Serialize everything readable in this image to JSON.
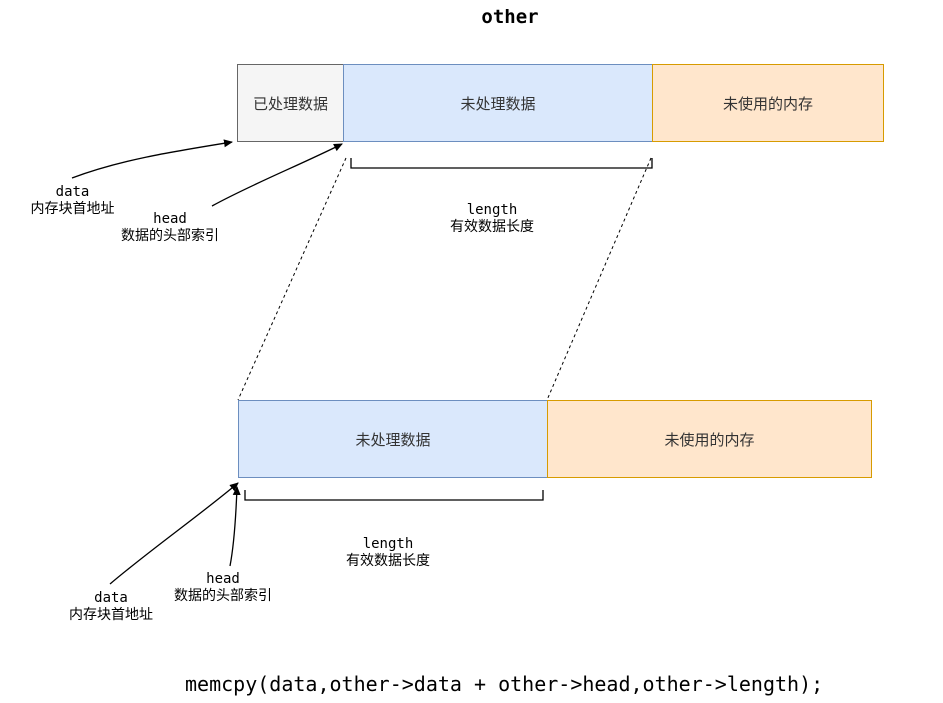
{
  "title": "other",
  "top_row": {
    "processed": "已处理数据",
    "unprocessed": "未处理数据",
    "unused": "未使用的内存"
  },
  "bottom_row": {
    "unprocessed": "未处理数据",
    "unused": "未使用的内存"
  },
  "labels": {
    "data_top": {
      "name": "data",
      "desc": "内存块首地址"
    },
    "head_top": {
      "name": "head",
      "desc": "数据的头部索引"
    },
    "length_top": {
      "name": "length",
      "desc": "有效数据长度"
    },
    "data_bottom": {
      "name": "data",
      "desc": "内存块首地址"
    },
    "head_bottom": {
      "name": "head",
      "desc": "数据的头部索引"
    },
    "length_bottom": {
      "name": "length",
      "desc": "有效数据长度"
    }
  },
  "code": "memcpy(data,other->data + other->head,other->length);",
  "colors": {
    "processed_fill": "#f5f5f5",
    "processed_stroke": "#666666",
    "unprocessed_fill": "#dae8fc",
    "unprocessed_stroke": "#6c8ebf",
    "unused_fill": "#ffe6cc",
    "unused_stroke": "#d79b00"
  }
}
